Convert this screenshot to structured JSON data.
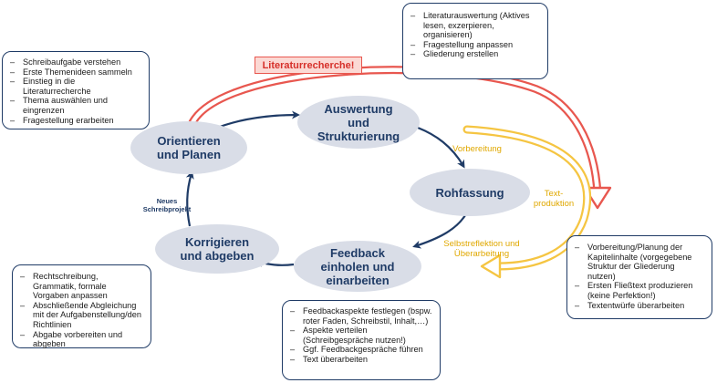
{
  "callout": {
    "text": "Literaturrecherche!"
  },
  "nodes": {
    "orient": "Orientieren\nund Planen",
    "auswertung": "Auswertung\nund\nStrukturierung",
    "rohfassung": "Rohfassung",
    "feedback": "Feedback\neinholen und\neinarbeiten",
    "korrigieren": "Korrigieren\nund abgeben"
  },
  "labels": {
    "neues": "Neues\nSchreibprojekt",
    "vorbereitung": "Vorbereitung",
    "textproduktion": "Text-\nproduktion",
    "selbstreflektion": "Selbstreflektion und\nÜberarbeitung"
  },
  "notes": {
    "topleft": [
      "Schreibaufgabe verstehen",
      "Erste Themenideen sammeln",
      "Einstieg in die Literaturrecherche",
      "Thema auswählen und eingrenzen",
      "Fragestellung erarbeiten"
    ],
    "topcenter": [
      "Literaturauswertung (Aktives lesen, exzerpieren, organisieren)",
      "Fragestellung anpassen",
      "Gliederung erstellen"
    ],
    "right": [
      "Vorbereitung/Planung der Kapitelinhalte (vorgegebene Struktur der Gliederung nutzen)",
      "Ersten Fließtext produzieren (keine Perfektion!)",
      "Textentwürfe überarbeiten"
    ],
    "bottomcenter": [
      "Feedbackaspekte festlegen (bspw. roter Faden, Schreibstil, Inhalt,…)",
      "Aspekte verteilen (Schreibgespräche nutzen!)",
      "Ggf. Feedbackgespräche führen",
      "Text überarbeiten"
    ],
    "bottomleft": [
      "Rechtschreibung, Grammatik, formale Vorgaben anpassen",
      "Abschließende Abgleichung mit der Aufgabenstellung/den Richtlinien",
      "Abgabe vorbereiten und abgeben"
    ]
  },
  "colors": {
    "navy": "#1f3b66",
    "node_fill": "#d9dde7",
    "red": "#e8574f",
    "yellow": "#f5c542",
    "label_yellow": "#e0a800"
  }
}
